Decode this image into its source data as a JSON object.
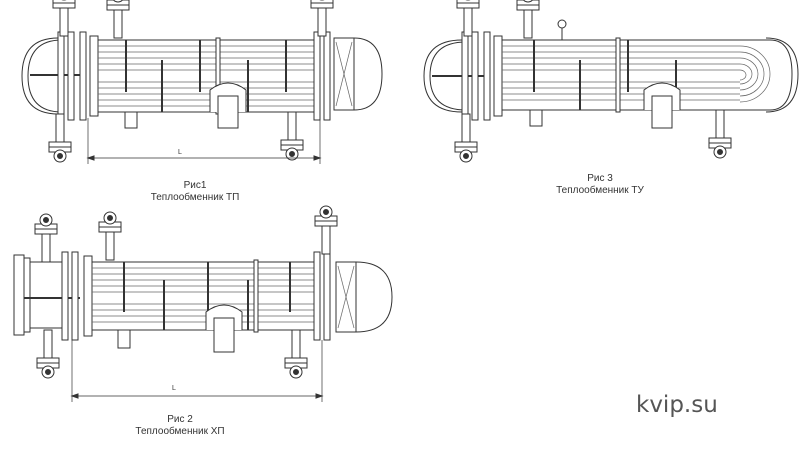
{
  "figures": [
    {
      "id": "fig1",
      "caption_line1": "Рис1",
      "caption_line2": "Теплообменник ТП",
      "dimension_label": "L"
    },
    {
      "id": "fig3",
      "caption_line1": "Рис 3",
      "caption_line2": "Теплообменник ТУ"
    },
    {
      "id": "fig2",
      "caption_line1": "Рис 2",
      "caption_line2": "Теплообменник ХП",
      "dimension_label": "L"
    }
  ],
  "watermark": "kvip.su",
  "colors": {
    "line": "#333333",
    "tube": "#555555",
    "background": "#ffffff"
  }
}
